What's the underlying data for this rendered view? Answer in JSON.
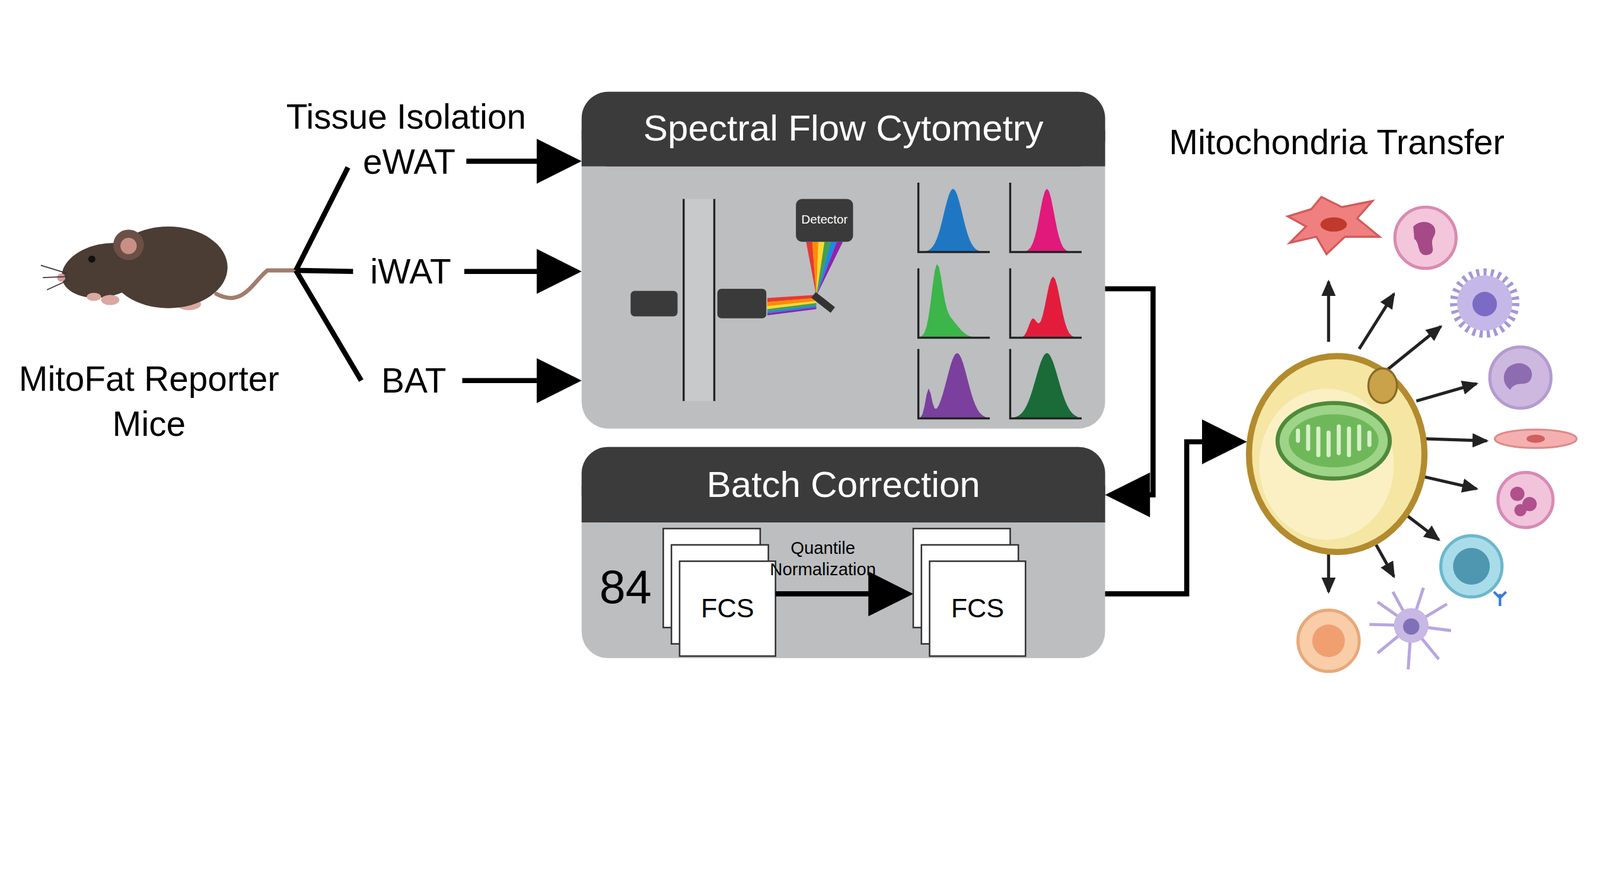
{
  "diagram": {
    "nodes": [
      {
        "text": [
          "MitoFat Reporter Mice"
        ]
      },
      {
        "text": [
          "eWAT"
        ]
      },
      {
        "text": [
          "iWAT"
        ]
      },
      {
        "text": [
          "BAT"
        ]
      },
      {
        "text": [
          "Spectral Flow Cytometry"
        ]
      },
      {
        "text": [
          "Batch Correction"
        ]
      },
      {
        "text": [
          "FCS"
        ],
        "in": 5
      },
      {
        "text": [
          "FCS"
        ],
        "in": 5
      },
      {
        "text": [
          "Mitochondria Transfer"
        ]
      }
    ],
    "edges": [
      {
        "from": 0,
        "to": 1,
        "arrow": "none"
      },
      {
        "from": 0,
        "to": 2,
        "arrow": "none"
      },
      {
        "from": 0,
        "to": 3,
        "arrow": "none"
      },
      {
        "from": 1,
        "to": 4,
        "arrow": "to"
      },
      {
        "from": 2,
        "to": 4,
        "arrow": "to"
      },
      {
        "from": 3,
        "to": 4,
        "arrow": "to"
      },
      {
        "from": 4,
        "to": 5,
        "arrow": "to"
      },
      {
        "from": 6,
        "to": 7,
        "arrow": "to",
        "label": "Quantile Normalization"
      },
      {
        "from": 5,
        "to": 8,
        "arrow": "to"
      }
    ],
    "labels": [
      "Tissue Isolation",
      "84",
      "Detector"
    ]
  }
}
